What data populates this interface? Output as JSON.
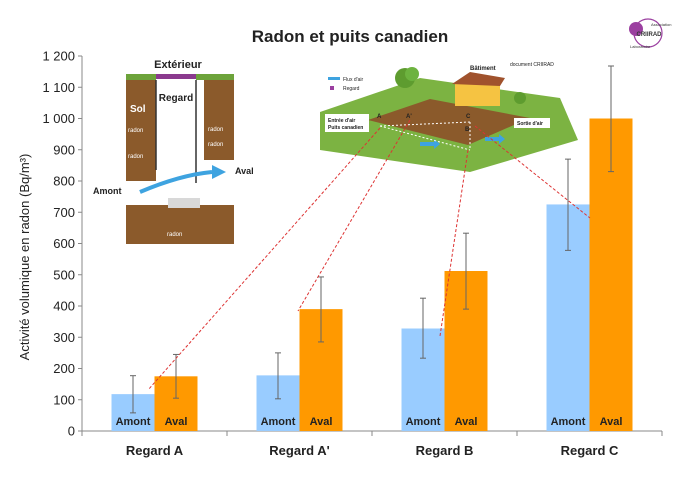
{
  "chart_data": {
    "type": "bar",
    "title": "Radon et puits canadien",
    "ylabel": "Activité volumique en radon (Bq/m³)",
    "xlabel": "",
    "ylim": [
      0,
      1200
    ],
    "yticks": [
      "0",
      "100",
      "200",
      "300",
      "400",
      "500",
      "600",
      "700",
      "800",
      "900",
      "1 000",
      "1 100",
      "1 200"
    ],
    "categories": [
      "Regard A",
      "Regard A'",
      "Regard B",
      "Regard C"
    ],
    "series": [
      {
        "name": "Amont",
        "color": "#99CCFF",
        "values": [
          118,
          178,
          328,
          725
        ],
        "error_low": [
          58,
          103,
          233,
          578
        ],
        "error_high": [
          177,
          250,
          425,
          870
        ]
      },
      {
        "name": "Aval",
        "color": "#FF9900",
        "values": [
          175,
          390,
          512,
          1000
        ],
        "error_low": [
          105,
          285,
          390,
          830
        ],
        "error_high": [
          245,
          493,
          633,
          1168
        ]
      }
    ],
    "grid": false
  },
  "logo": {
    "text1": "CRIIRAD",
    "text2": "Association",
    "text3": "Laboratoire",
    "accent": "#9B3FA0"
  },
  "inset_left": {
    "title": "Extérieur",
    "regard_label": "Regard",
    "sol_label": "Sol",
    "flow_label": "Flux d'air",
    "amont_label": "Amont",
    "aval_label": "Aval",
    "radon_label": "radon"
  },
  "inset_right": {
    "source": "document CRIIRAD",
    "batiment": "Bâtiment",
    "legend_flux": "Flux d'air",
    "legend_regard": "Regard",
    "entree": "Entrée d'air",
    "puits": "Puits canadien",
    "sortie": "Sortie d'air",
    "marker_a": "A",
    "marker_ap": "A'",
    "marker_b": "B",
    "marker_c": "C"
  }
}
